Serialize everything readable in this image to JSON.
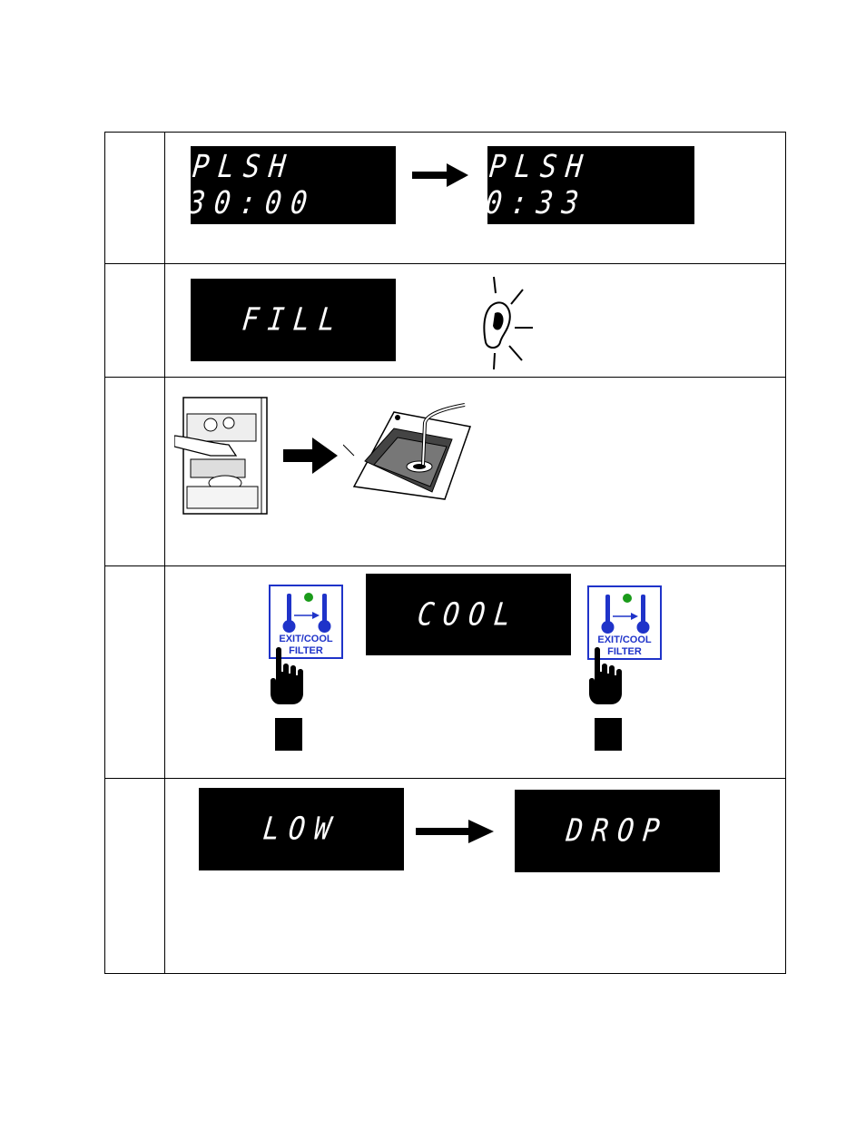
{
  "steps": [
    {
      "displays": [
        "PLSH 30:00",
        "PLSH 0:33"
      ]
    },
    {
      "displays": [
        "FILL"
      ],
      "icons": [
        "ear-alarm-icon"
      ]
    },
    {
      "icons": [
        "fryer-drain-illustration",
        "arrow-right-icon",
        "fry-pot-illustration"
      ]
    },
    {
      "displays": [
        "COOL"
      ],
      "buttons": [
        {
          "line1": "EXIT/COOL",
          "line2": "FILTER"
        },
        {
          "line1": "EXIT/COOL",
          "line2": "FILTER"
        }
      ]
    },
    {
      "displays": [
        "LOW",
        "DROP"
      ]
    }
  ],
  "colors": {
    "button_border": "#1f33c9",
    "thermometer": "#1f33c9",
    "indicator": "#1a9b1a",
    "lcd_bg": "#000000",
    "lcd_text": "#ffffff"
  }
}
